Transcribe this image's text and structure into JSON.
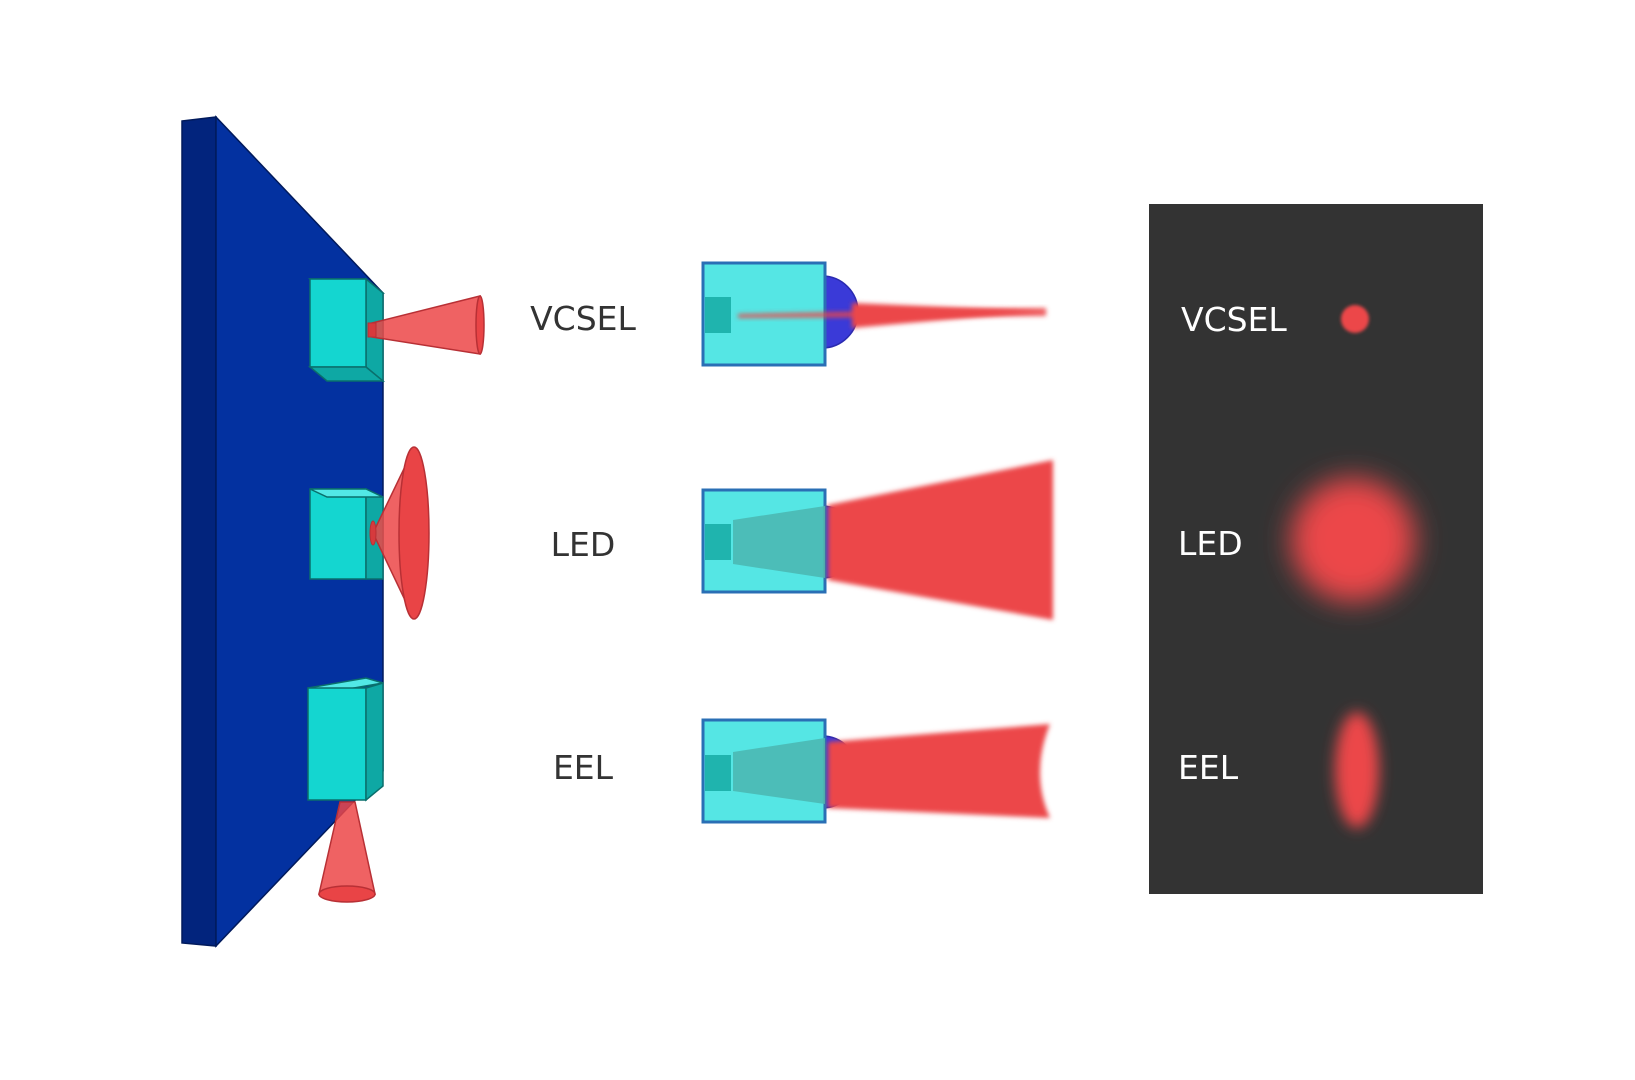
{
  "labels": {
    "vcsel": "VCSEL",
    "led": "LED",
    "eel": "EEL"
  },
  "panel_labels": {
    "vcsel": "VCSEL",
    "led": "LED",
    "eel": "EEL"
  },
  "colors": {
    "board_face": "#0331a0",
    "board_edge": "#02247d",
    "chip": "#14d6d0",
    "chip_dark": "#0ea8a4",
    "chip_light": "#52e8e6",
    "beam": "#ec4648",
    "lens": "#3a3ad8",
    "panel_bg": "#333333",
    "text_dark": "#333333",
    "text_light": "#ffffff"
  }
}
